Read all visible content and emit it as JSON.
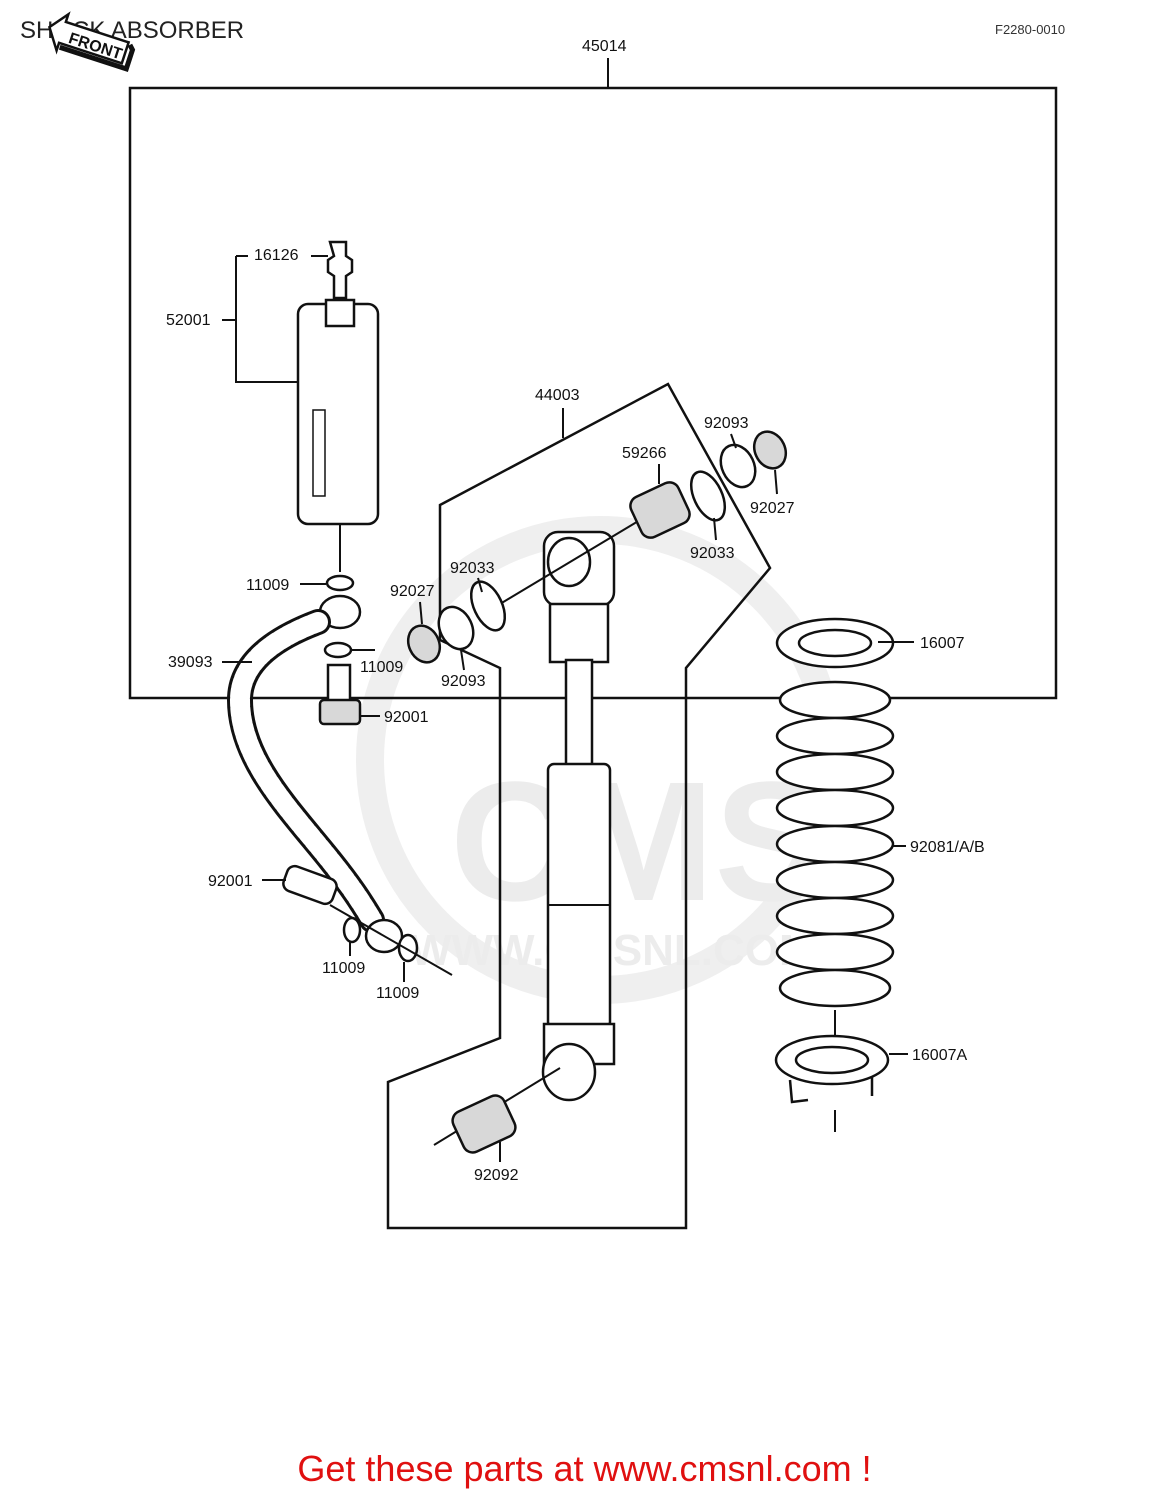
{
  "title": "SHOCK ABSORBER",
  "figure_ref": "F2280-0010",
  "front_arrow": "FRONT",
  "assembly_number": "45014",
  "watermark": {
    "brand": "CMS",
    "url": "WWW.CMSNL.COM"
  },
  "parts": {
    "p16126": "16126",
    "p52001": "52001",
    "p44003": "44003",
    "p92093_top": "92093",
    "p59266": "59266",
    "p92027_right": "92027",
    "p92033_right": "92033",
    "p92033_left": "92033",
    "p92027_left": "92027",
    "p92093_left": "92093",
    "p11009_a": "11009",
    "p11009_b": "11009",
    "p39093": "39093",
    "p92001_a": "92001",
    "p92001_b": "92001",
    "p11009_c": "11009",
    "p11009_d": "11009",
    "p16007": "16007",
    "p92081": "92081/A/B",
    "p16007A": "16007A",
    "p92092": "92092"
  },
  "footer": "Get these parts at www.cmsnl.com !"
}
